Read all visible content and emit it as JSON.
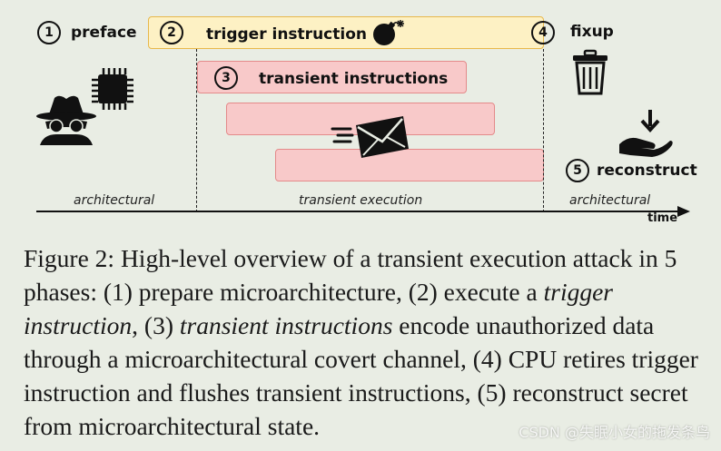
{
  "phases": {
    "p1": {
      "num": "1",
      "label": "preface"
    },
    "p2": {
      "num": "2",
      "label": "trigger instruction"
    },
    "p3": {
      "num": "3",
      "label": "transient instructions"
    },
    "p4": {
      "num": "4",
      "label": "fixup"
    },
    "p5": {
      "num": "5",
      "label": "reconstruct"
    }
  },
  "timeline": {
    "left_label": "architectural",
    "mid_label": "transient execution",
    "right_label": "architectural",
    "axis_label": "time"
  },
  "icons": [
    "hacker-icon",
    "cpu-chip-icon",
    "bomb-icon",
    "envelope-icon",
    "trash-can-icon",
    "hand-receive-icon"
  ],
  "caption": {
    "part1": "Figure 2: High-level overview of a transient execution attack in 5 phases: (1) prepare microarchitecture, (2) execute a ",
    "em1": "trigger instruction",
    "part2": ", (3) ",
    "em2": "transient instructions",
    "part3": " encode unauthorized data through a microarchitectural covert channel, (4) CPU retires trigger instruction and flushes transient instructions, (5) reconstruct secret from microarchitectural state."
  },
  "watermark": "CSDN @失眠小女的拖发条鸟"
}
